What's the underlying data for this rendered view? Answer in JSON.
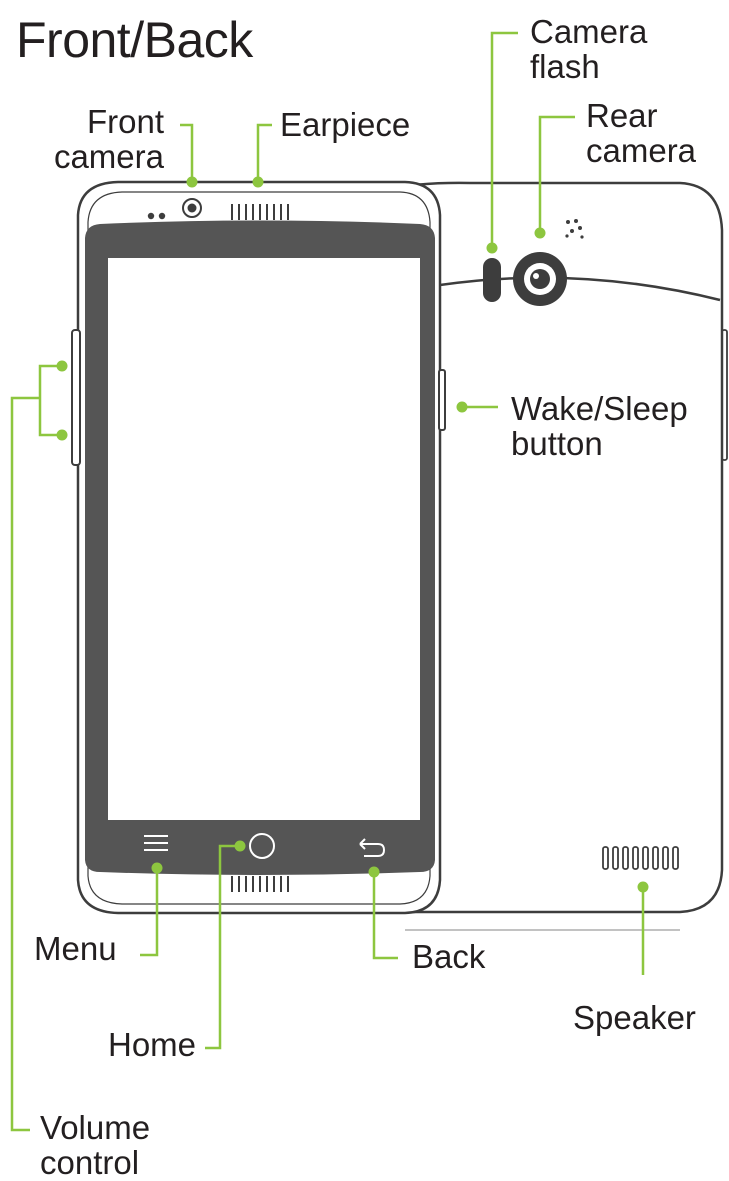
{
  "title": "Front/Back",
  "labels": {
    "front_camera": [
      "Front",
      "camera"
    ],
    "earpiece": [
      "Earpiece"
    ],
    "camera_flash": [
      "Camera",
      "flash"
    ],
    "rear_camera": [
      "Rear",
      "camera"
    ],
    "wake_sleep": [
      "Wake/Sleep",
      "button"
    ],
    "menu": [
      "Menu"
    ],
    "back": [
      "Back"
    ],
    "home": [
      "Home"
    ],
    "speaker": [
      "Speaker"
    ],
    "volume": [
      "Volume",
      "control"
    ]
  },
  "colors": {
    "accent": "#8dc63f",
    "outline": "#3d3d3d",
    "bezel": "#555555",
    "text": "#231f20"
  }
}
